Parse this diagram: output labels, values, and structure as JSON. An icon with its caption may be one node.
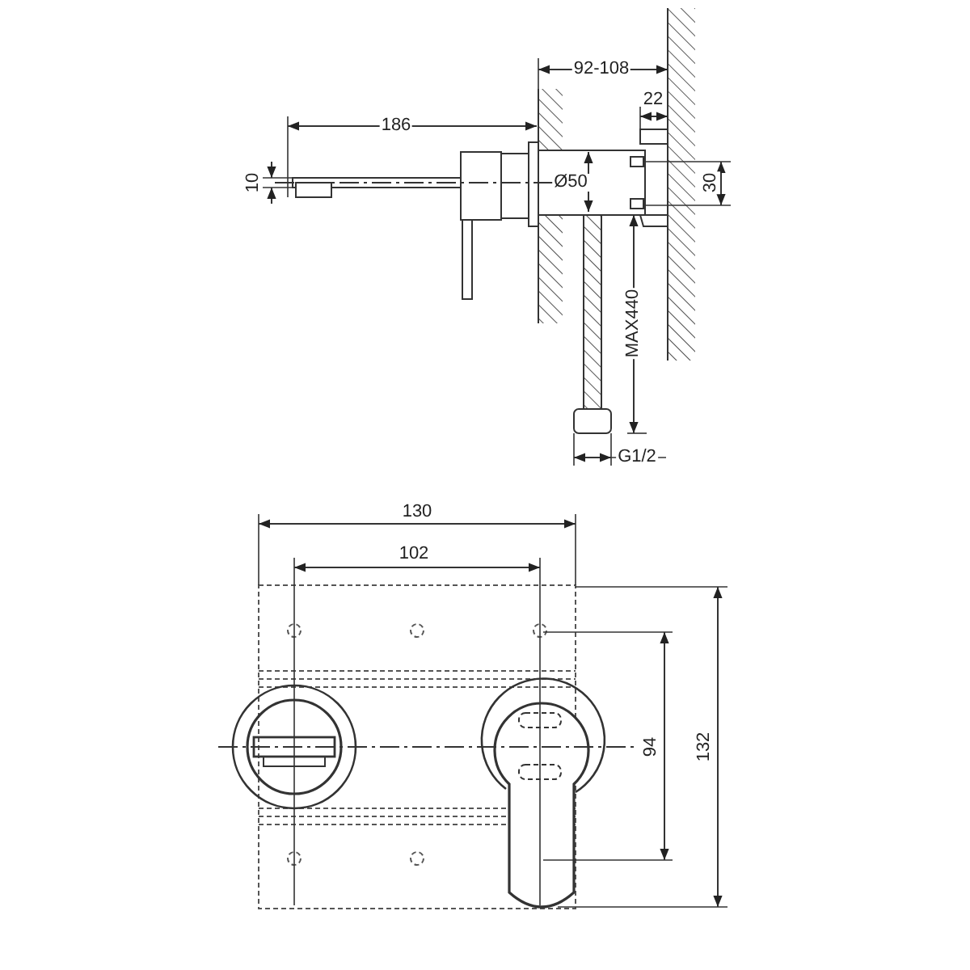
{
  "diagram": {
    "labels": [
      "92-108",
      "22",
      "186",
      "10",
      "Ø50",
      "30",
      "MAX440",
      "G1/2",
      "130",
      "102",
      "94",
      "132"
    ]
  }
}
